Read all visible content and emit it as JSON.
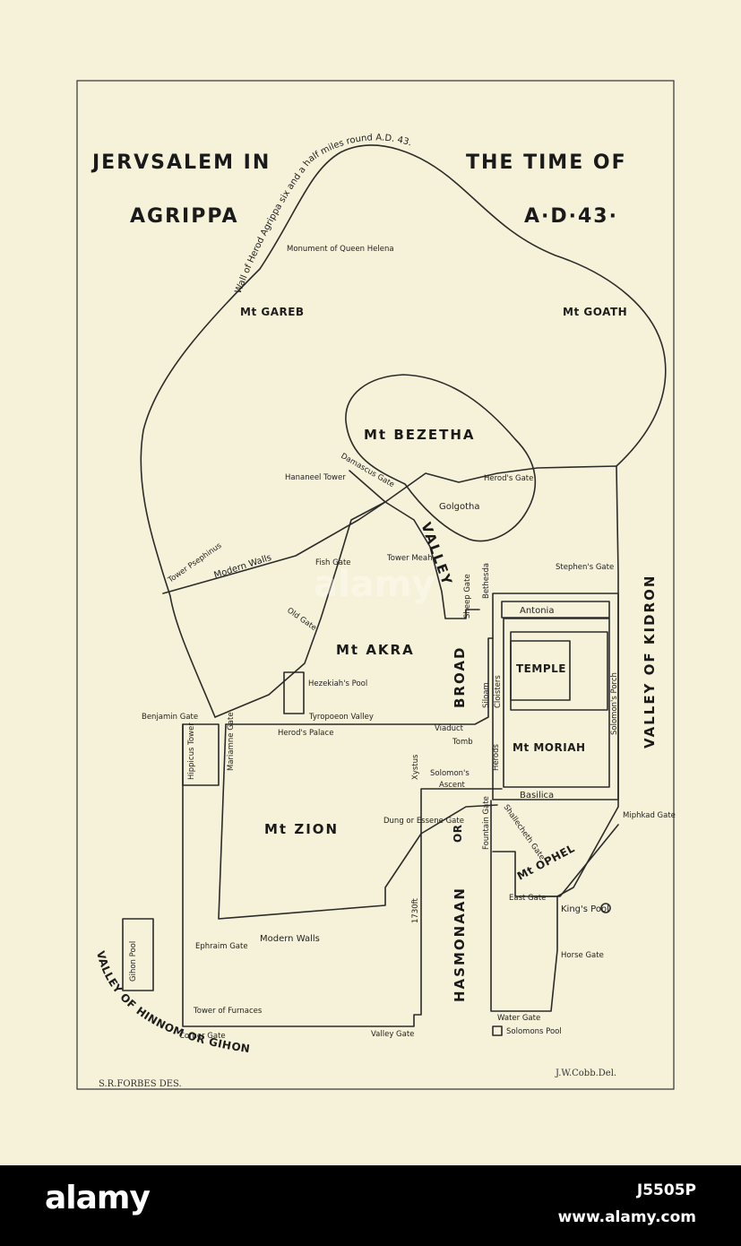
{
  "map": {
    "title": {
      "line1": "JERVSALEM IN",
      "line1b": "THE TIME OF",
      "line2": "AGRIPPA",
      "line2b": "A·D·43·"
    },
    "wall_note": "Wall of Herod Agrippa six and a half miles round A.D. 43.",
    "credits": {
      "left": "S.R.FORBES DES.",
      "right": "J.W.Cobb.Del."
    },
    "labels": {
      "monument": "Monument of Queen Helena",
      "mt_gareb": "Mt GAREB",
      "mt_goath": "Mt GOATH",
      "mt_bezetha": "Mt BEZETHA",
      "hananeel_tower": "Hananeel Tower",
      "damascus_gate": "Damascus Gate",
      "herods_gate": "Herod's Gate",
      "golgotha": "Golgotha",
      "tower_psephinus": "Tower Psephinus",
      "modern_walls_n": "Modern Walls",
      "fish_gate": "Fish Gate",
      "tower_meah": "Tower Meah",
      "valley": "VALLEY",
      "sheep_gate": "Sheep Gate",
      "bethesda": "Bethesda",
      "stephens_gate": "Stephen's Gate",
      "valley_kidron": "VALLEY OF KIDRON",
      "old_gate": "Old Gate",
      "mt_akra": "Mt AKRA",
      "broad": "BROAD",
      "antonia": "Antonia",
      "temple": "TEMPLE",
      "solomons_porch": "Solomon's Porch",
      "hezekiahs_pool": "Hezekiah's Pool",
      "tyropoeon_valley": "Tyropoeon Valley",
      "cloisters": "Cloisters",
      "siloam": "Siloam",
      "benjamin_gate": "Benjamin Gate",
      "herods_palace": "Herod's Palace",
      "viaduct": "Viaduct",
      "hippicus_tower": "Hippicus Tower",
      "mariamne_gate": "Mariamne Gate",
      "xystus": "Xystus",
      "tomb": "Tomb",
      "herods": "Herods",
      "mt_moriah": "Mt MORIAH",
      "solomons_ascent_1": "Solomon's",
      "solomons_ascent_2": "Ascent",
      "basilica": "Basilica",
      "mt_zion": "Mt ZION",
      "dung_gate": "Dung or Essene Gate",
      "or_word": "OR",
      "fountain_gate": "Fountain Gate",
      "shallecheth_gate": "Shallecheth Gate",
      "mt_ophel": "Mt OPHEL",
      "miphkad_gate": "Miphkad Gate",
      "height": "1730ft",
      "hasmonaan": "HASMONAAN",
      "east_gate": "East Gate",
      "kings_pool": "King's Pool",
      "gihon_pool": "Gihon Pool",
      "ephraim_gate": "Ephraim Gate",
      "modern_walls_s": "Modern Walls",
      "horse_gate": "Horse Gate",
      "tower_furnaces": "Tower of Furnaces",
      "corner_gate": "Corner Gate",
      "valley_gate": "Valley Gate",
      "water_gate": "Water Gate",
      "solomons_pool": "Solomons Pool",
      "valley_hinnom": "VALLEY OF HINNOM OR GIHON"
    }
  },
  "watermark": "alamy",
  "footer": {
    "brand": "alamy",
    "image_id": "J5505P",
    "site": "www.alamy.com"
  }
}
